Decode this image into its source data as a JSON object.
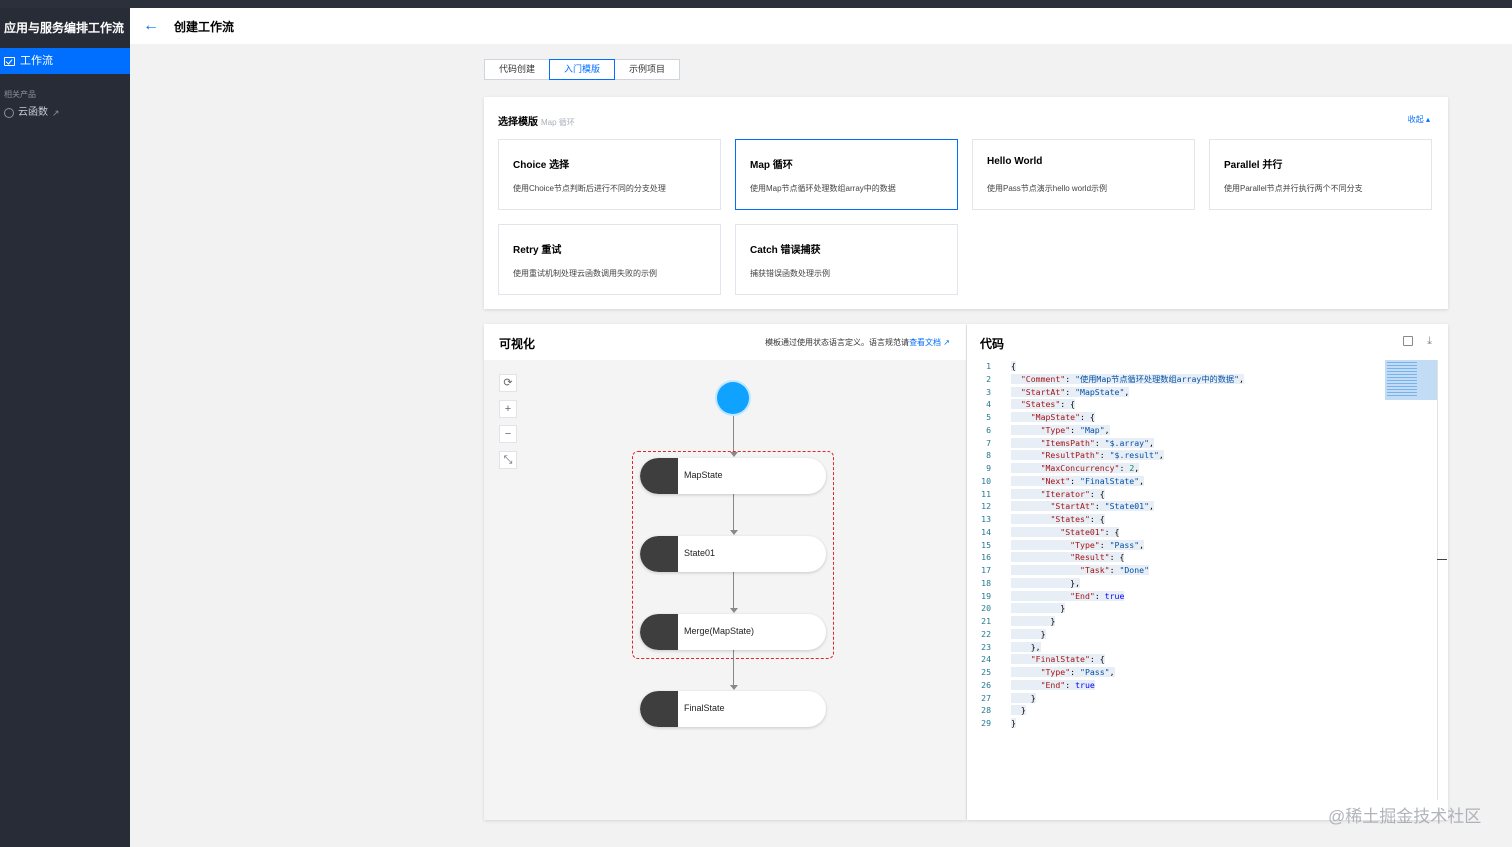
{
  "app": {
    "title": "应用与服务编排工作流"
  },
  "sidebar": {
    "active_item": "工作流",
    "section_label": "相关产品",
    "items": [
      {
        "label": "云函数"
      }
    ]
  },
  "header": {
    "title": "创建工作流"
  },
  "tabs": [
    {
      "label": "代码创建",
      "active": false
    },
    {
      "label": "入门模版",
      "active": true
    },
    {
      "label": "示例项目",
      "active": false
    }
  ],
  "template_panel": {
    "title": "选择模版",
    "selected_name": "Map 循环",
    "collapse_label": "收起",
    "cards": [
      {
        "title": "Choice 选择",
        "desc": "使用Choice节点判断后进行不同的分支处理",
        "selected": false
      },
      {
        "title": "Map 循环",
        "desc": "使用Map节点循环处理数组array中的数据",
        "selected": true
      },
      {
        "title": "Hello World",
        "desc": "使用Pass节点演示hello world示例",
        "selected": false
      },
      {
        "title": "Parallel 并行",
        "desc": "使用Parallel节点并行执行两个不同分支",
        "selected": false
      },
      {
        "title": "Retry 重试",
        "desc": "使用重试机制处理云函数调用失败的示例",
        "selected": false
      },
      {
        "title": "Catch 错误捕获",
        "desc": "捕获错误函数处理示例",
        "selected": false
      }
    ]
  },
  "visual_panel": {
    "title": "可视化",
    "note": "模板通过使用状态语言定义。语言规范请",
    "doc_link": "查看文档",
    "zoom_controls": [
      "reset",
      "zoom-in",
      "zoom-out",
      "fit"
    ],
    "states": [
      "MapState",
      "State01",
      "Merge(MapState)",
      "FinalState"
    ]
  },
  "code_panel": {
    "title": "代码",
    "lines": [
      "{",
      "  \"Comment\": \"使用Map节点循环处理数组array中的数据\",",
      "  \"StartAt\": \"MapState\",",
      "  \"States\": {",
      "    \"MapState\": {",
      "      \"Type\": \"Map\",",
      "      \"ItemsPath\": \"$.array\",",
      "      \"ResultPath\": \"$.result\",",
      "      \"MaxConcurrency\": 2,",
      "      \"Next\": \"FinalState\",",
      "      \"Iterator\": {",
      "        \"StartAt\": \"State01\",",
      "        \"States\": {",
      "          \"State01\": {",
      "            \"Type\": \"Pass\",",
      "            \"Result\": {",
      "              \"Task\": \"Done\"",
      "            },",
      "            \"End\": true",
      "          }",
      "        }",
      "      }",
      "    },",
      "    \"FinalState\": {",
      "      \"Type\": \"Pass\",",
      "      \"End\": true",
      "    }",
      "  }",
      "}"
    ]
  },
  "watermark": "@稀土掘金技术社区",
  "colors": {
    "accent": "#006eff",
    "sidebar_bg": "#282c36",
    "start_node": "#0fa3ff",
    "map_border": "#e0252e"
  }
}
